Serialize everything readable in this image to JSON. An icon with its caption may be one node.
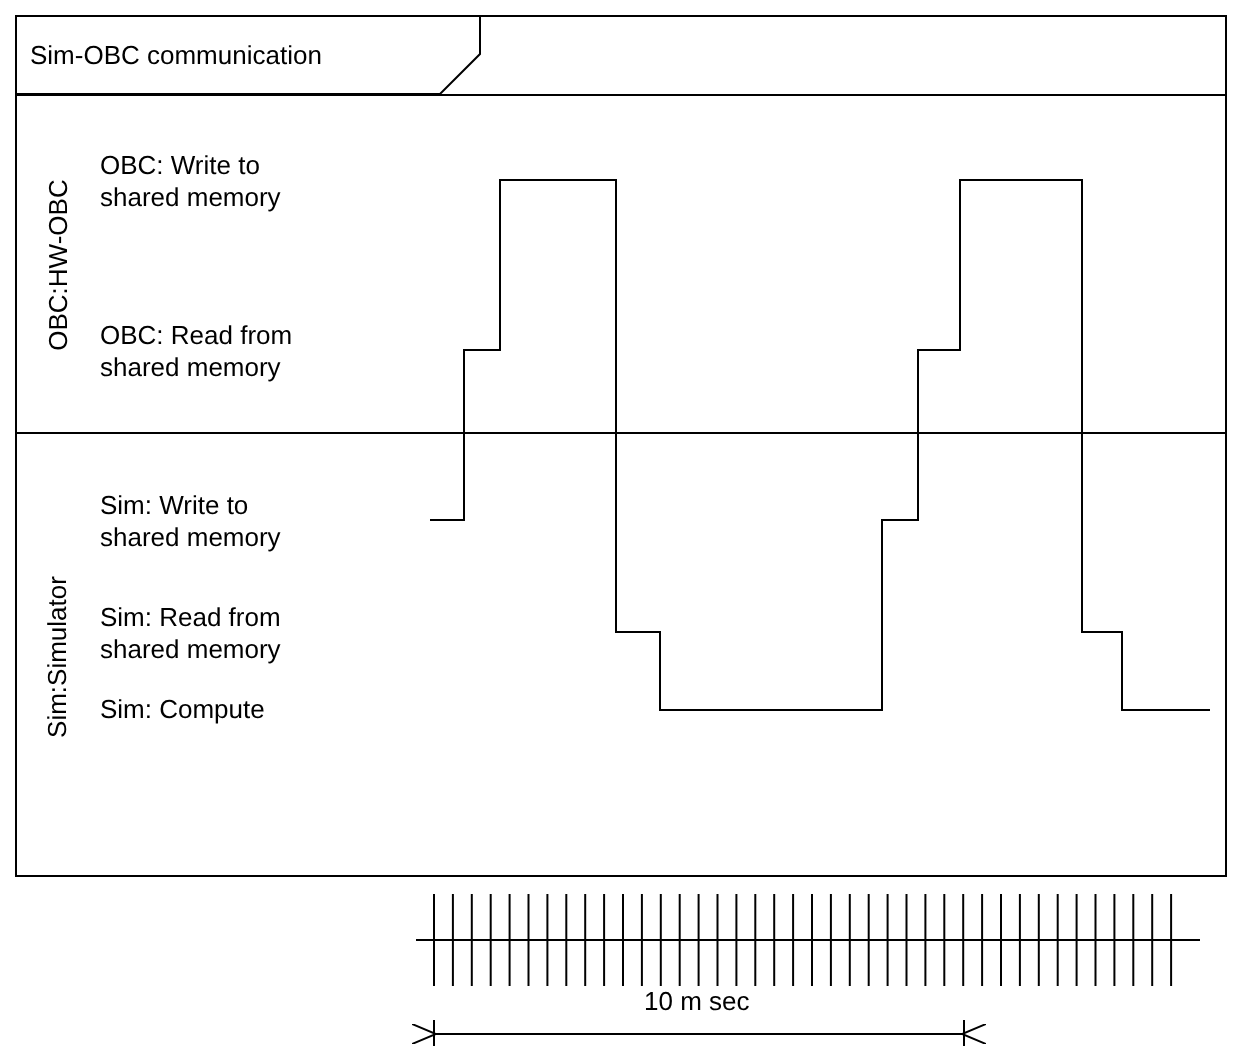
{
  "diagram": {
    "title": "Sim-OBC communication",
    "nodes": [
      {
        "text": [
          "OBC:HW-OBC"
        ]
      },
      {
        "text": [
          "Sim:Simulator"
        ]
      }
    ],
    "labels": [
      "OBC: Write to shared memory",
      "OBC: Read from shared memory",
      "Sim: Write to shared memory",
      "Sim: Read from shared memory",
      "Sim: Compute",
      "10 m sec"
    ]
  }
}
